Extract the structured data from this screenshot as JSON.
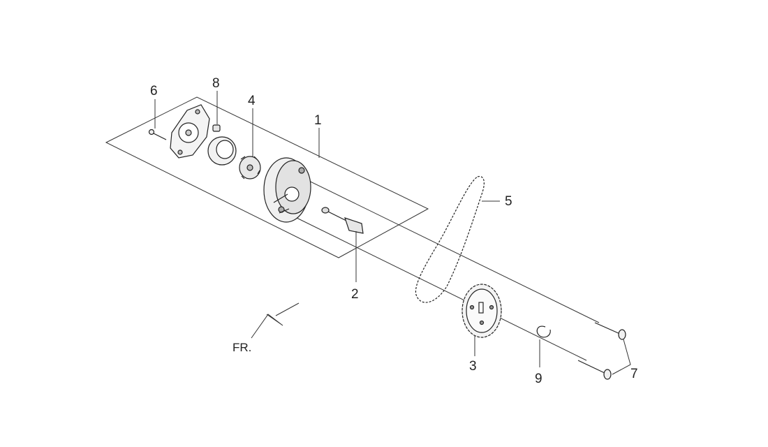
{
  "callouts": {
    "c1": "1",
    "c2": "2",
    "c3": "3",
    "c4": "4",
    "c5": "5",
    "c6": "6",
    "c7": "7",
    "c8": "8",
    "c9": "9"
  },
  "direction_label": "FR."
}
